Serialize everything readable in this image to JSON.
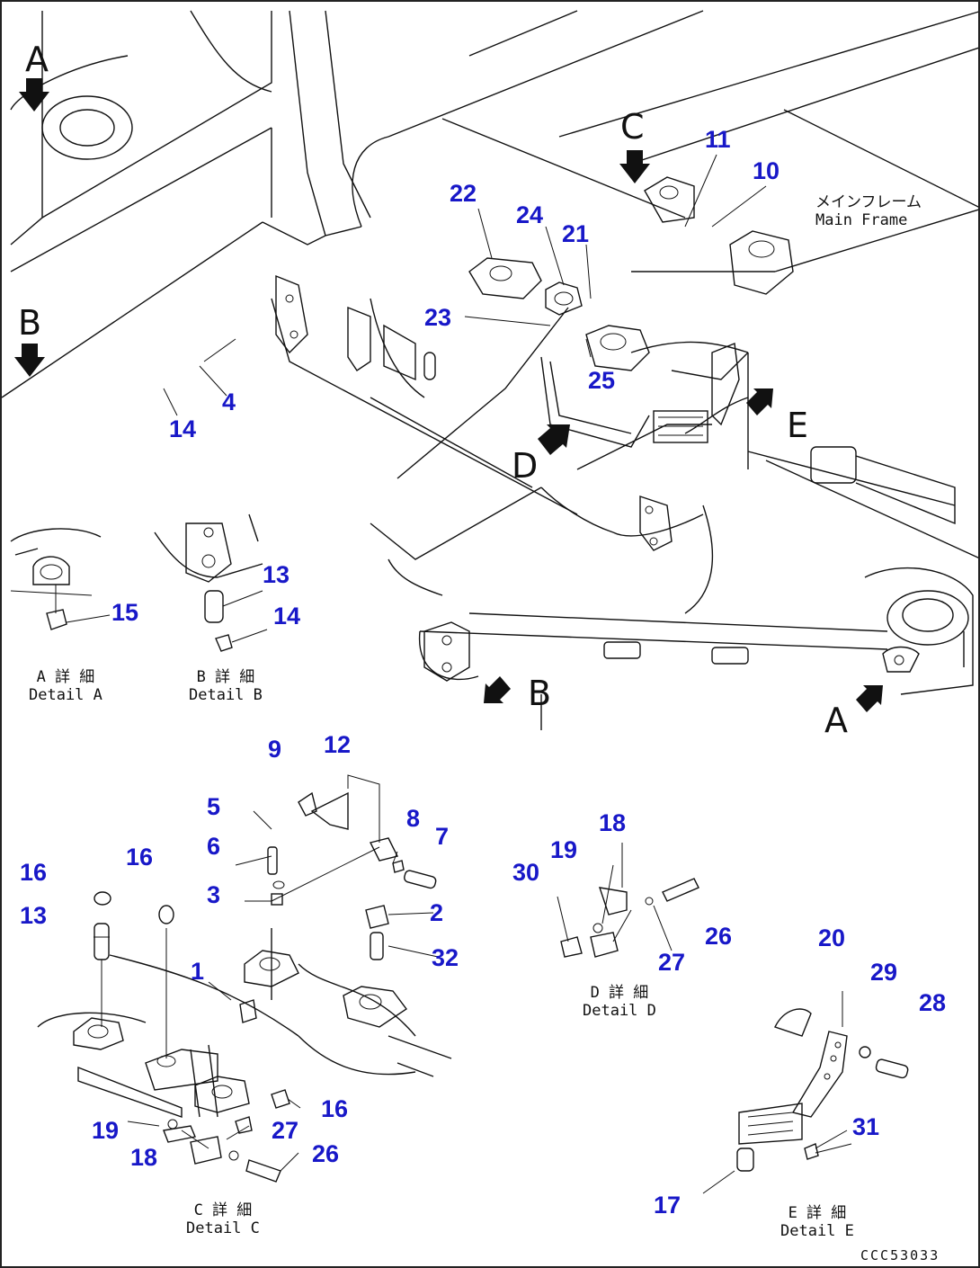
{
  "view_labels": [
    "A",
    "B",
    "C",
    "D",
    "E",
    "B",
    "A"
  ],
  "callouts": [
    "11",
    "10",
    "22",
    "24",
    "21",
    "23",
    "25",
    "4",
    "14",
    "13",
    "14",
    "15",
    "9",
    "12",
    "5",
    "8",
    "7",
    "6",
    "3",
    "2",
    "32",
    "16",
    "16",
    "13",
    "1",
    "18",
    "19",
    "30",
    "26",
    "27",
    "20",
    "29",
    "28",
    "19",
    "27",
    "16",
    "18",
    "26",
    "31",
    "17"
  ],
  "frame_label": {
    "jp": "メインフレーム",
    "en": "Main Frame"
  },
  "details": [
    {
      "jp": "A 詳 細",
      "en": "Detail A"
    },
    {
      "jp": "B 詳 細",
      "en": "Detail B"
    },
    {
      "jp": "C 詳 細",
      "en": "Detail C"
    },
    {
      "jp": "D 詳 細",
      "en": "Detail D"
    },
    {
      "jp": "E 詳 細",
      "en": "Detail E"
    }
  ],
  "drawing_number": "CCC53033"
}
